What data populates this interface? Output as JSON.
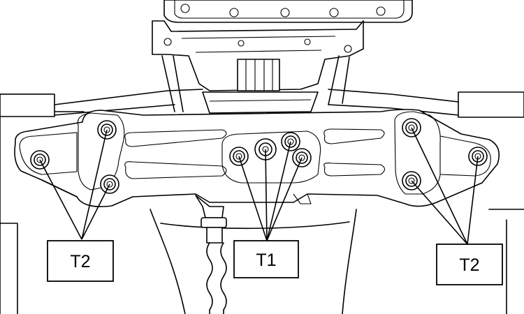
{
  "callouts": [
    {
      "id": "t2-left",
      "label": "T2"
    },
    {
      "id": "t1-center",
      "label": "T1"
    },
    {
      "id": "t2-right",
      "label": "T2"
    }
  ]
}
